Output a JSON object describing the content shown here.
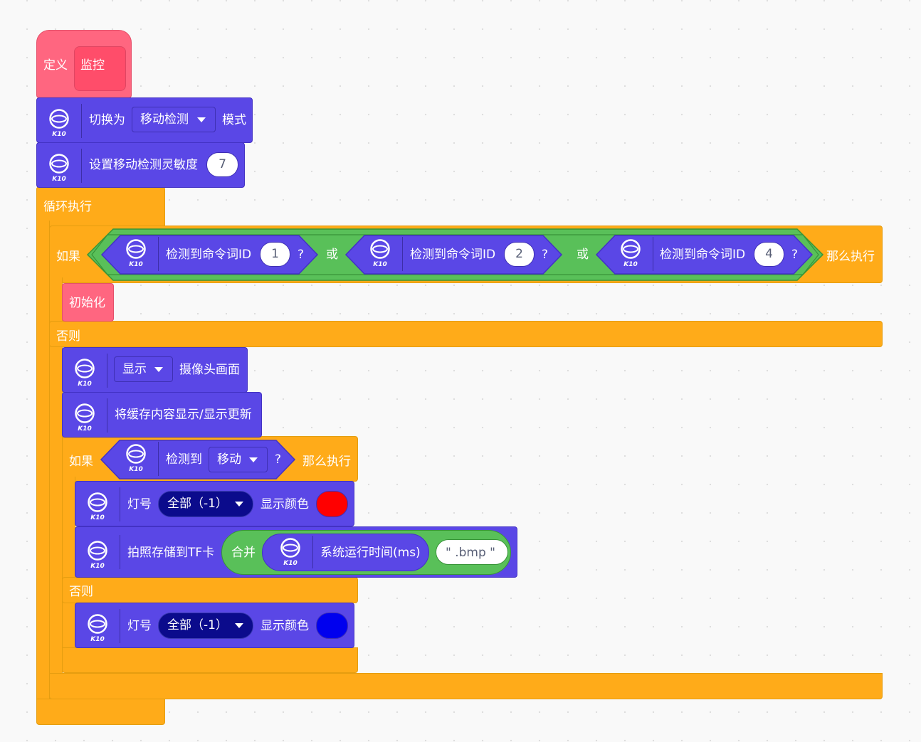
{
  "define": {
    "keyword": "定义",
    "name": "监控"
  },
  "k10_label": "K10",
  "mode_block": {
    "prefix": "切换为",
    "value": "移动检测",
    "suffix": "模式"
  },
  "sensitivity_block": {
    "label": "设置移动检测灵敏度",
    "value": "7"
  },
  "loop": {
    "label": "循环执行"
  },
  "if1": {
    "if_label": "如果",
    "then_label": "那么执行",
    "or_label": "或",
    "conds": [
      {
        "label": "检测到命令词ID",
        "value": "1",
        "q": "?"
      },
      {
        "label": "检测到命令词ID",
        "value": "2",
        "q": "?"
      },
      {
        "label": "检测到命令词ID",
        "value": "4",
        "q": "?"
      }
    ],
    "init_call": "初始化",
    "else_label": "否则"
  },
  "display_block": {
    "value": "显示",
    "suffix": "摄像头画面"
  },
  "refresh_block": {
    "label": "将缓存内容显示/显示更新"
  },
  "if2": {
    "if_label": "如果",
    "cond_label": "检测到",
    "cond_value": "移动",
    "q": "?",
    "then_label": "那么执行",
    "else_label": "否则"
  },
  "led_red": {
    "label": "灯号",
    "value": "全部（-1）",
    "suffix": "显示颜色",
    "color": "#ff0000"
  },
  "photo_block": {
    "label": "拍照存储到TF卡",
    "join_label": "合并",
    "runtime_label": "系统运行时间(ms)",
    "ext": "\" .bmp \""
  },
  "led_blue": {
    "label": "灯号",
    "value": "全部（-1）",
    "suffix": "显示颜色",
    "color": "#0000ee"
  }
}
